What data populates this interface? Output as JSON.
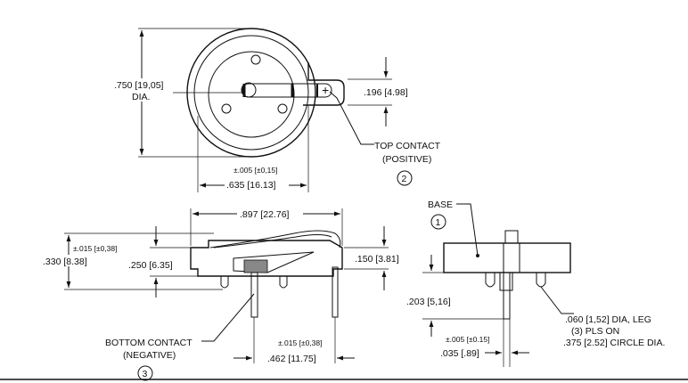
{
  "top_view": {
    "diameter_dim": ".750 [19,05]",
    "diameter_suffix": "DIA.",
    "tab_dim": ".196 [4.98]",
    "width_tol": "±.005 [±0,15]",
    "width_dim": ".635 [16.13]",
    "plus_sign": "+",
    "top_contact_line1": "TOP CONTACT",
    "top_contact_line2": "(POSITIVE)",
    "callout_2": "2"
  },
  "side_view": {
    "length_dim": ".897 [22.76]",
    "height_tol": "±.015 [±0,38]",
    "height_dim": ".330 [8.38]",
    "body_height_dim": ".250 [6.35]",
    "right_height_dim": ".150 [3.81]",
    "bottom_contact_line1": "BOTTOM CONTACT",
    "bottom_contact_line2": "(NEGATIVE)",
    "callout_3": "3",
    "pin_spacing_tol": "±.015 [±0,38]",
    "pin_spacing_dim": ".462 [11.75]"
  },
  "end_view": {
    "base_label": "BASE",
    "callout_1": "1",
    "pin_length_dim": ".203 [5,16]",
    "leg_line1": ".060 [1,52] DIA, LEG",
    "leg_line2": "(3) PLS ON",
    "leg_line3": ".375 [2.52] CIRCLE DIA.",
    "pin_width_tol": "±.005 [±0.15]",
    "pin_width_dim": ".035 [.89]"
  }
}
